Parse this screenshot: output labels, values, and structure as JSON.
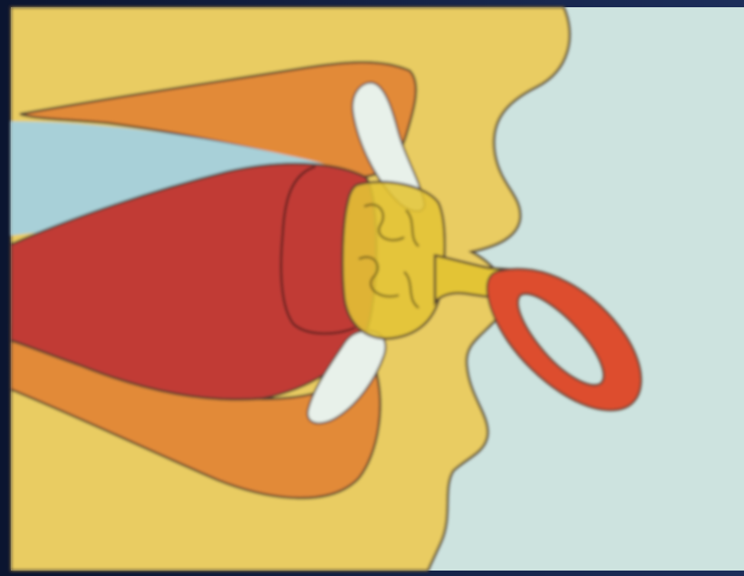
{
  "figure": {
    "colors": {
      "background_dark": "#0b1530",
      "background_light": "#cde3df",
      "skin": "#e9cc62",
      "lip_orange": "#e28a38",
      "oral_cavity_blue": "#a8d0d8",
      "tongue_red": "#c13a35",
      "tooth_white": "#e8f1ea",
      "pacifier_yellow": "#e3c434",
      "pacifier_shield": "#c7ad2a",
      "ring_red": "#dd4e2f",
      "outline": "#4a3a2e"
    },
    "parts": [
      {
        "name": "face-profile-skin"
      },
      {
        "name": "upper-lip"
      },
      {
        "name": "lower-lip"
      },
      {
        "name": "oral-cavity"
      },
      {
        "name": "tongue"
      },
      {
        "name": "upper-incisor"
      },
      {
        "name": "lower-incisor"
      },
      {
        "name": "pacifier-nipple"
      },
      {
        "name": "pacifier-handle"
      },
      {
        "name": "pacifier-ring"
      }
    ]
  }
}
